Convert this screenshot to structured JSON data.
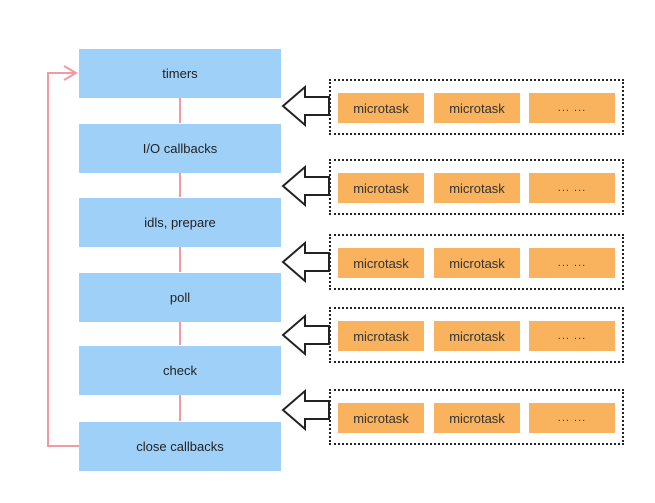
{
  "phases": [
    {
      "label": "timers"
    },
    {
      "label": "I/O callbacks"
    },
    {
      "label": "idls, prepare"
    },
    {
      "label": "poll"
    },
    {
      "label": "check"
    },
    {
      "label": "close callbacks"
    }
  ],
  "queues": [
    {
      "tasks": [
        "microtask",
        "microtask",
        "... ..."
      ]
    },
    {
      "tasks": [
        "microtask",
        "microtask",
        "... ..."
      ]
    },
    {
      "tasks": [
        "microtask",
        "microtask",
        "... ..."
      ]
    },
    {
      "tasks": [
        "microtask",
        "microtask",
        "... ..."
      ]
    },
    {
      "tasks": [
        "microtask",
        "microtask",
        "... ..."
      ]
    }
  ],
  "colors": {
    "phase_fill": "#9fd0f8",
    "task_fill": "#f9b35e",
    "connector": "#f19aa2",
    "arrow_outline": "#222222"
  },
  "icons": {
    "queue_arrow": "hollow-left-arrow-icon",
    "loop_arrow": "loop-back-arrow-icon"
  }
}
